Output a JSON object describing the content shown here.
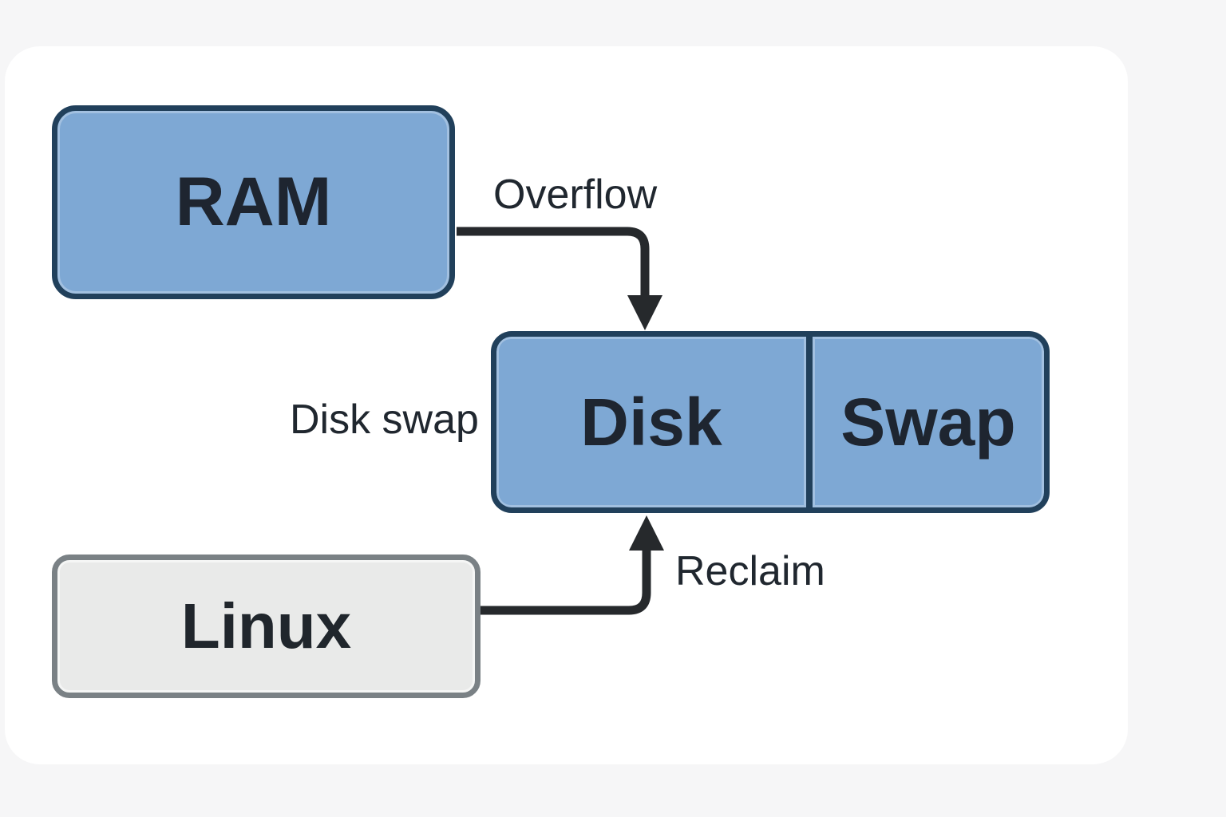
{
  "diagram": {
    "nodes": {
      "ram": {
        "label": "RAM"
      },
      "disk": {
        "label": "Disk"
      },
      "swap": {
        "label": "Swap"
      },
      "linux": {
        "label": "Linux"
      }
    },
    "edges": {
      "overflow": {
        "label": "Overflow",
        "from": "RAM",
        "to": "Disk",
        "direction": "right-then-down"
      },
      "reclaim": {
        "label": "Reclaim",
        "from": "Linux",
        "to": "Disk",
        "direction": "right-then-up"
      }
    },
    "annotations": {
      "disk_swap": {
        "label": "Disk swap"
      }
    },
    "colors": {
      "node_fill_blue": "#7EA8D4",
      "node_border_blue": "#21405B",
      "node_fill_gray": "#E9EAE9",
      "node_border_gray": "#7A8185",
      "arrow": "#26292C",
      "text": "#1E2530",
      "panel_background": "#FFFFFF",
      "page_background": "#F6F6F7"
    }
  }
}
